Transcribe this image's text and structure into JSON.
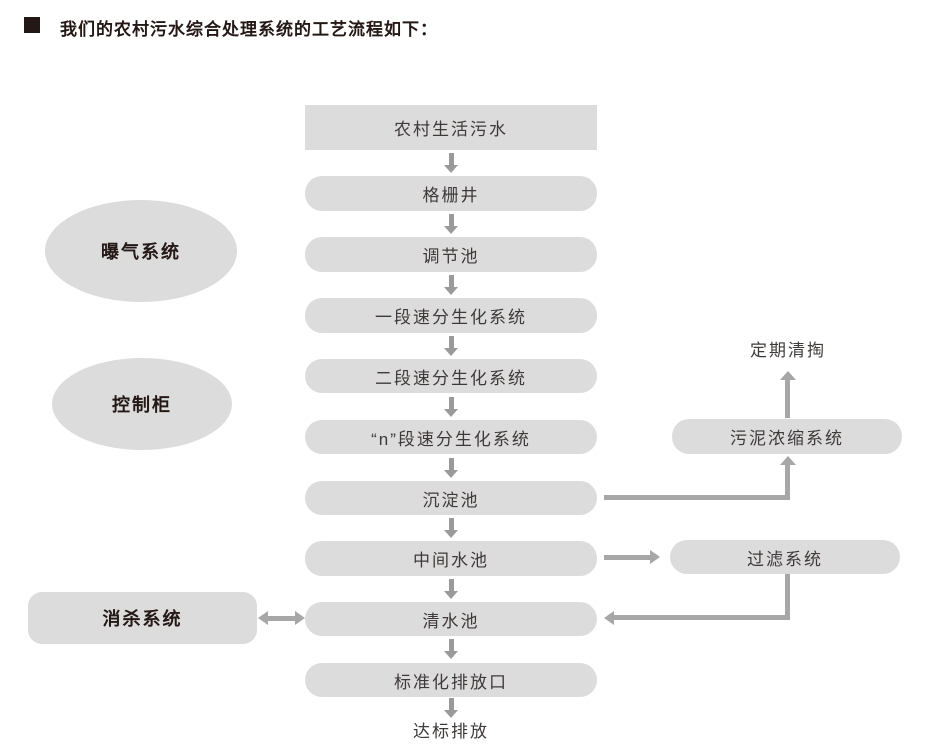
{
  "title": {
    "text": "我们的农村污水综合处理系统的工艺流程如下："
  },
  "colors": {
    "box_fill": "#dcdcdc",
    "arrow": "#9a9a9a",
    "line": "#a7a7a7",
    "title_text": "#231815",
    "box_text": "#3f3a39"
  },
  "main_flow": {
    "boxes": [
      {
        "label": "农村生活污水"
      },
      {
        "label": "格栅井"
      },
      {
        "label": "调节池"
      },
      {
        "label": "一段速分生化系统"
      },
      {
        "label": "二段速分生化系统"
      },
      {
        "label": "“n”段速分生化系统"
      },
      {
        "label": "沉淀池"
      },
      {
        "label": "中间水池"
      },
      {
        "label": "清水池"
      },
      {
        "label": "标准化排放口"
      }
    ],
    "outcome_label": "达标排放"
  },
  "left_column": {
    "aeration_label": "曝气系统",
    "control_label": "控制柜",
    "disinfection_label": "消杀系统"
  },
  "right_column": {
    "periodic_label": "定期清掏",
    "sludge_label": "污泥浓缩系统",
    "filter_label": "过滤系统"
  }
}
